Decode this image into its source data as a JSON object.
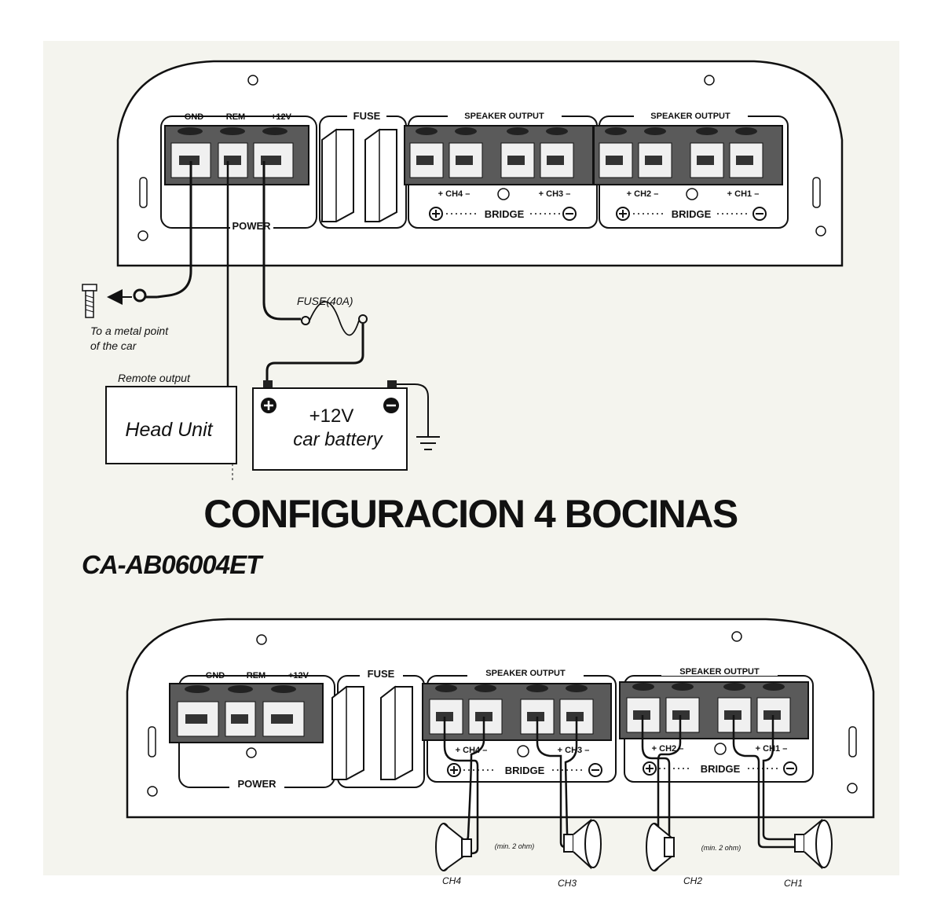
{
  "title": "CONFIGURACION 4 BOCINAS",
  "model": "CA-AB06004ET",
  "amp": {
    "gnd": "GND",
    "rem": "REM",
    "v12": "+12V",
    "fuse": "FUSE",
    "speaker_output": "SPEAKER OUTPUT",
    "power": "POWER",
    "bridge": "BRIDGE",
    "ch1": "+ CH1 –",
    "ch2": "+ CH2 –",
    "ch3": "+ CH3 –",
    "ch4": "+ CH4 –"
  },
  "wiring": {
    "ground_label_1": "To a metal point",
    "ground_label_2": "of the car",
    "fuse_label": "FUSE(40A)",
    "remote_label": "Remote output",
    "head_unit": "Head Unit",
    "battery_line1": "+12V",
    "battery_line2": "car battery"
  },
  "speakers": {
    "ch1": "CH1",
    "ch2": "CH2",
    "ch3": "CH3",
    "ch4": "CH4",
    "min_ohm_a": "(min. 2 ohm)",
    "min_ohm_b": "(min. 2 ohm)"
  },
  "colors": {
    "ink": "#111111",
    "terminal": "#555555",
    "paper": "#f4f4ee"
  }
}
